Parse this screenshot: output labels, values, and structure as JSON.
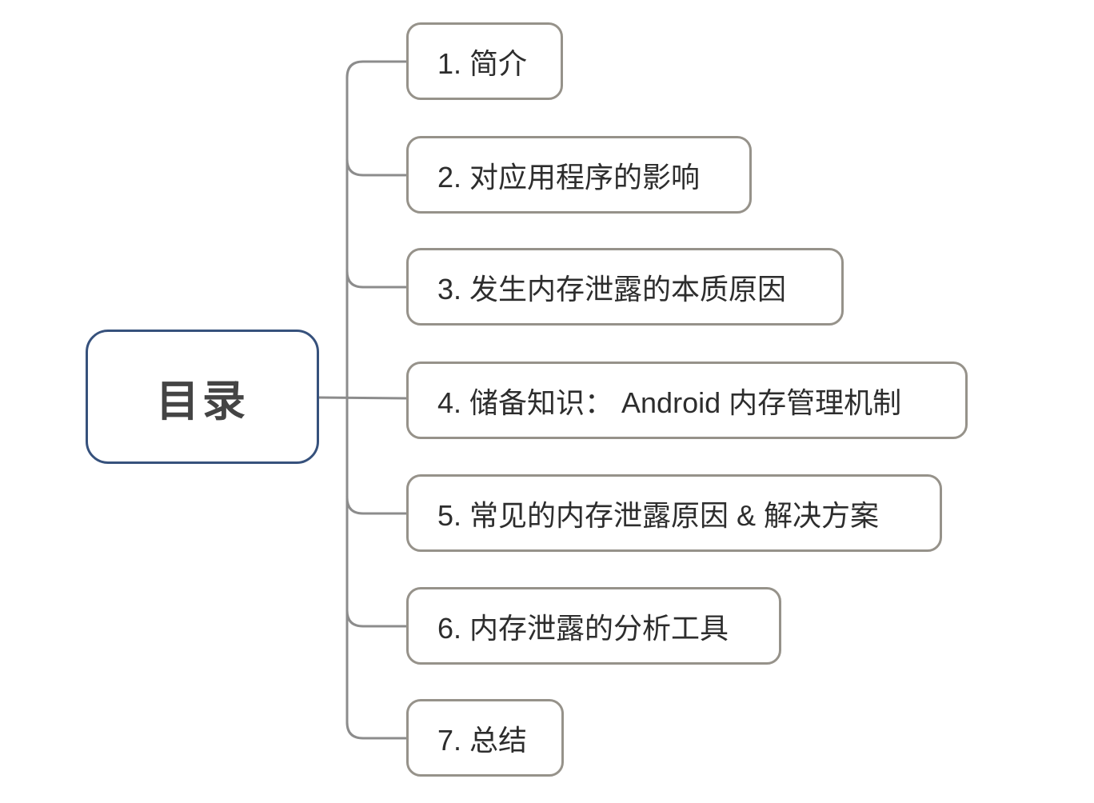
{
  "diagram": {
    "type": "mindmap",
    "root": {
      "label": "目录"
    },
    "branches": [
      {
        "label": "1. 简介"
      },
      {
        "label": "2. 对应用程序的影响"
      },
      {
        "label": "3. 发生内存泄露的本质原因"
      },
      {
        "label": "4. 储备知识： Android 内存管理机制"
      },
      {
        "label": "5. 常见的内存泄露原因 & 解决方案"
      },
      {
        "label": "6. 内存泄露的分析工具"
      },
      {
        "label": "7. 总结"
      }
    ],
    "colors": {
      "background": "#ffffff",
      "root_border": "#36517c",
      "branch_border": "#96928a",
      "connector": "#8c8c8c",
      "root_text": "#444444",
      "branch_text": "#2d2d2d"
    }
  }
}
